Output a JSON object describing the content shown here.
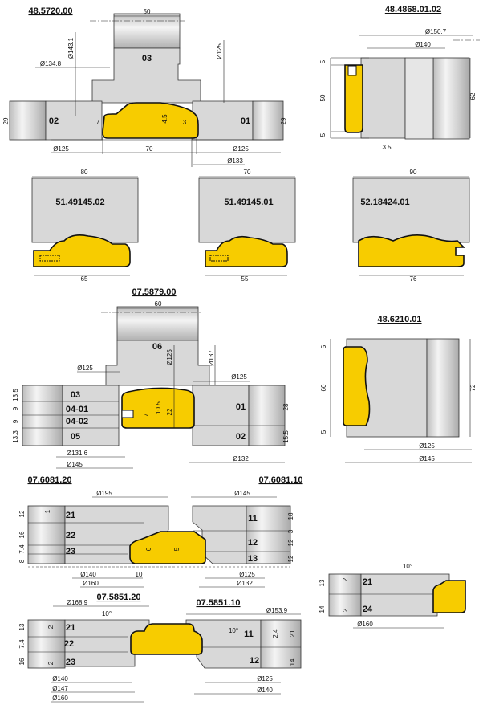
{
  "drawings": {
    "a": {
      "title": "48.5720.00",
      "parts": [
        "03",
        "02",
        "01"
      ],
      "dims": [
        "50",
        "Ø143.1",
        "Ø134.8",
        "Ø125",
        "29",
        "29",
        "7",
        "4.5",
        "3",
        "Ø125",
        "70",
        "Ø125",
        "Ø133"
      ]
    },
    "b": {
      "title": "48.4868.01.02",
      "dims": [
        "Ø150.7",
        "Ø140",
        "5",
        "50",
        "5",
        "62",
        "3.5"
      ]
    },
    "c1": {
      "title": "51.49145.02",
      "dims": [
        "80",
        "65"
      ]
    },
    "c2": {
      "title": "51.49145.01",
      "dims": [
        "70",
        "55"
      ]
    },
    "c3": {
      "title": "52.18424.01",
      "dims": [
        "90",
        "76"
      ]
    },
    "d": {
      "title": "07.5879.00",
      "parts": [
        "06",
        "03",
        "04-01",
        "04-02",
        "05",
        "01",
        "02"
      ],
      "dims": [
        "60",
        "Ø125",
        "Ø137",
        "Ø125",
        "Ø125",
        "13.5",
        "9",
        "9",
        "13.3",
        "28",
        "15.5",
        "7",
        "10.5",
        "22",
        "Ø131.6",
        "Ø145",
        "Ø132"
      ]
    },
    "e": {
      "title": "48.6210.01",
      "dims": [
        "5",
        "60",
        "5",
        "72",
        "Ø125",
        "Ø145"
      ]
    },
    "f": {
      "title_left": "07.6081.20",
      "title_right": "07.6081.10",
      "parts": [
        "21",
        "22",
        "23",
        "11",
        "12",
        "13"
      ],
      "dims": [
        "Ø195",
        "Ø145",
        "12",
        "16",
        "7.4",
        "8",
        "1",
        "18",
        "3",
        "12",
        "12",
        "6",
        "5",
        "Ø140",
        "10",
        "Ø160",
        "Ø125",
        "Ø132"
      ]
    },
    "g": {
      "title_left": "07.5851.20",
      "title_right": "07.5851.10",
      "parts": [
        "21",
        "22",
        "23",
        "11",
        "12"
      ],
      "dims": [
        "Ø168.9",
        "Ø153.9",
        "10°",
        "10°",
        "13",
        "7.4",
        "16",
        "2",
        "2",
        "2.4",
        "21",
        "14",
        "Ø140",
        "Ø147",
        "Ø160",
        "Ø125",
        "Ø140"
      ]
    },
    "h": {
      "parts": [
        "21",
        "24"
      ],
      "dims": [
        "10°",
        "13",
        "14",
        "2",
        "2",
        "Ø160"
      ]
    }
  },
  "colors": {
    "profile": "#f7cc00",
    "body": "#d8d8d8"
  }
}
